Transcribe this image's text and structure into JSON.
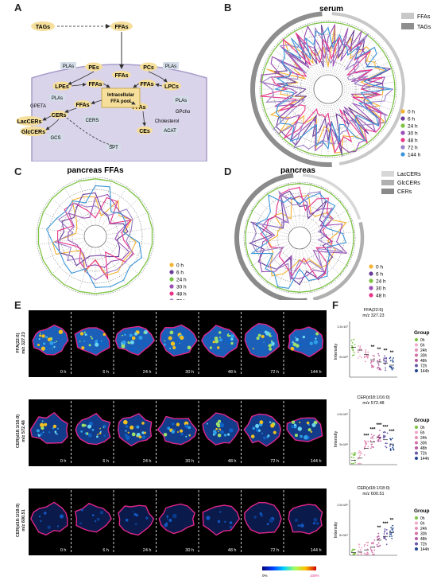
{
  "panel_labels": {
    "a": "A",
    "b": "B",
    "c": "C",
    "d": "D",
    "e": "E",
    "f": "F"
  },
  "panel_a": {
    "tags": "TAGs",
    "ffas_top": "FFAs",
    "pes": "PEs",
    "pcs": "PCs",
    "plas_1": "PLAs",
    "plas_2": "PLAs",
    "plas_3": "PLAs",
    "plas_4": "PLAs",
    "lpes": "LPEs",
    "lpcs": "LPCs",
    "ffas_a": "FFAs",
    "ffas_b": "FFAs",
    "ffas_c": "FFAs",
    "ffas_d": "FFAs",
    "ffas_e": "FFAs",
    "pool_1": "Intracellular",
    "pool_2": "FFA pool",
    "gpeta": "GPETA",
    "gpcho": "GPcho",
    "cers": "CERs",
    "cers_enz": "CERS",
    "cholesterol": "Cholesterol",
    "lac": "LacCERs",
    "glc": "GlcCERs",
    "gcs": "GCS",
    "acat": "ACAT",
    "ces": "CEs",
    "spt": "SPT"
  },
  "timepoints": [
    "0 h",
    "6 h",
    "24 h",
    "30 h",
    "48 h",
    "72 h",
    "144 h"
  ],
  "time_colors": [
    "#f5b335",
    "#6a3d9a",
    "#7cc242",
    "#9b4fb5",
    "#e8358a",
    "#9b7fc7",
    "#3a96d8"
  ],
  "panel_b": {
    "title": "serum",
    "legend": [
      "FFAs",
      "TAGs"
    ]
  },
  "panel_c": {
    "title": "pancreas FFAs"
  },
  "panel_d": {
    "title": "pancreas",
    "legend": [
      "LacCERs",
      "GlcCERs",
      "CERs"
    ]
  },
  "panel_e": {
    "rows": [
      {
        "label_1": "FFA(22:6)",
        "label_2": "m/z 327.23"
      },
      {
        "label_1": "CER(d18:1/16:0)",
        "label_2": "m/z 572.48"
      },
      {
        "label_1": "CER(d18:1/18:0)",
        "label_2": "m/z 600.51"
      }
    ],
    "colorbar_min": "0%",
    "colorbar_max": "100%"
  },
  "panel_f": {
    "plots": [
      {
        "title_1": "FFA(22:6)",
        "title_2": "m/z 327.23",
        "ytick_top": "1.5×10⁷",
        "ytick_mid": "5×10⁶",
        "ylabel": "Intensity",
        "sig": [
          "**",
          "**",
          "**",
          "**"
        ]
      },
      {
        "title_1": "CER(d18:1/16:0)",
        "title_2": "m/z 572.48",
        "ytick_top": "1.5×10⁶",
        "ytick_mid": "5×10⁵",
        "ylabel": "Intensity",
        "sig": [
          "***",
          "***",
          "***",
          "***",
          "***"
        ]
      },
      {
        "title_1": "CER(d18:1/18:0)",
        "title_2": "m/z 600.51",
        "ytick_top": "1.5×10⁵",
        "ytick_mid": "5×10⁴",
        "ylabel": "Intensity",
        "sig": [
          "**",
          "***",
          "**"
        ]
      }
    ],
    "legend_title": "Group",
    "groups": [
      "0h",
      "6h",
      "24h",
      "30h",
      "48h",
      "72h",
      "144h"
    ],
    "group_colors": [
      "#7cc242",
      "#f2a9c7",
      "#e58fb8",
      "#d272a8",
      "#b85aa0",
      "#6b5aa8",
      "#23478f"
    ]
  },
  "colors": {
    "cell": "#d9d4ea",
    "node": "#f6df9b",
    "box": "#d4dde8",
    "outline": "#e1268a"
  }
}
